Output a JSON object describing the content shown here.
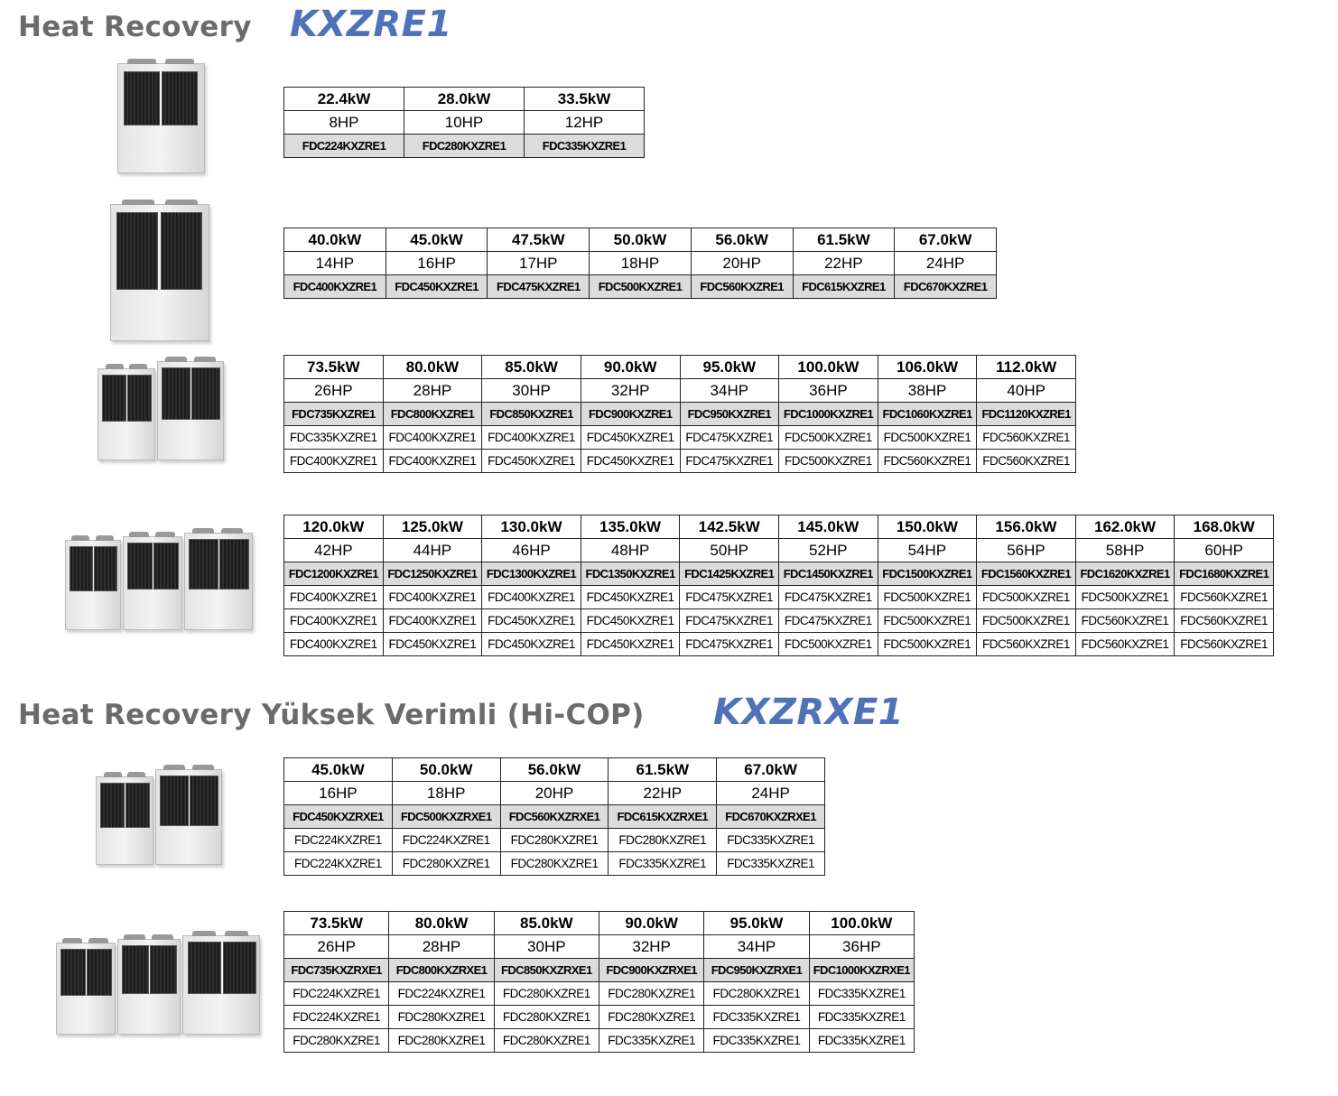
{
  "section1": {
    "title": "Heat Recovery",
    "code": "KXZRE1"
  },
  "section2": {
    "title": "Heat Recovery Yüksek Verimli (Hi-COP)",
    "code": "KXZRXE1"
  },
  "tables": [
    {
      "kw": [
        "22.4kW",
        "28.0kW",
        "33.5kW"
      ],
      "hp": [
        "8HP",
        "10HP",
        "12HP"
      ],
      "models": [
        "FDC224KXZRE1",
        "FDC280KXZRE1",
        "FDC335KXZRE1"
      ],
      "combos": []
    },
    {
      "kw": [
        "40.0kW",
        "45.0kW",
        "47.5kW",
        "50.0kW",
        "56.0kW",
        "61.5kW",
        "67.0kW"
      ],
      "hp": [
        "14HP",
        "16HP",
        "17HP",
        "18HP",
        "20HP",
        "22HP",
        "24HP"
      ],
      "models": [
        "FDC400KXZRE1",
        "FDC450KXZRE1",
        "FDC475KXZRE1",
        "FDC500KXZRE1",
        "FDC560KXZRE1",
        "FDC615KXZRE1",
        "FDC670KXZRE1"
      ],
      "combos": []
    },
    {
      "kw": [
        "73.5kW",
        "80.0kW",
        "85.0kW",
        "90.0kW",
        "95.0kW",
        "100.0kW",
        "106.0kW",
        "112.0kW"
      ],
      "hp": [
        "26HP",
        "28HP",
        "30HP",
        "32HP",
        "34HP",
        "36HP",
        "38HP",
        "40HP"
      ],
      "models": [
        "FDC735KXZRE1",
        "FDC800KXZRE1",
        "FDC850KXZRE1",
        "FDC900KXZRE1",
        "FDC950KXZRE1",
        "FDC1000KXZRE1",
        "FDC1060KXZRE1",
        "FDC1120KXZRE1"
      ],
      "combos": [
        [
          "FDC335KXZRE1",
          "FDC400KXZRE1",
          "FDC400KXZRE1",
          "FDC450KXZRE1",
          "FDC475KXZRE1",
          "FDC500KXZRE1",
          "FDC500KXZRE1",
          "FDC560KXZRE1"
        ],
        [
          "FDC400KXZRE1",
          "FDC400KXZRE1",
          "FDC450KXZRE1",
          "FDC450KXZRE1",
          "FDC475KXZRE1",
          "FDC500KXZRE1",
          "FDC560KXZRE1",
          "FDC560KXZRE1"
        ]
      ]
    },
    {
      "kw": [
        "120.0kW",
        "125.0kW",
        "130.0kW",
        "135.0kW",
        "142.5kW",
        "145.0kW",
        "150.0kW",
        "156.0kW",
        "162.0kW",
        "168.0kW"
      ],
      "hp": [
        "42HP",
        "44HP",
        "46HP",
        "48HP",
        "50HP",
        "52HP",
        "54HP",
        "56HP",
        "58HP",
        "60HP"
      ],
      "models": [
        "FDC1200KXZRE1",
        "FDC1250KXZRE1",
        "FDC1300KXZRE1",
        "FDC1350KXZRE1",
        "FDC1425KXZRE1",
        "FDC1450KXZRE1",
        "FDC1500KXZRE1",
        "FDC1560KXZRE1",
        "FDC1620KXZRE1",
        "FDC1680KXZRE1"
      ],
      "combos": [
        [
          "FDC400KXZRE1",
          "FDC400KXZRE1",
          "FDC400KXZRE1",
          "FDC450KXZRE1",
          "FDC475KXZRE1",
          "FDC475KXZRE1",
          "FDC500KXZRE1",
          "FDC500KXZRE1",
          "FDC500KXZRE1",
          "FDC560KXZRE1"
        ],
        [
          "FDC400KXZRE1",
          "FDC400KXZRE1",
          "FDC450KXZRE1",
          "FDC450KXZRE1",
          "FDC475KXZRE1",
          "FDC475KXZRE1",
          "FDC500KXZRE1",
          "FDC500KXZRE1",
          "FDC560KXZRE1",
          "FDC560KXZRE1"
        ],
        [
          "FDC400KXZRE1",
          "FDC450KXZRE1",
          "FDC450KXZRE1",
          "FDC450KXZRE1",
          "FDC475KXZRE1",
          "FDC500KXZRE1",
          "FDC500KXZRE1",
          "FDC560KXZRE1",
          "FDC560KXZRE1",
          "FDC560KXZRE1"
        ]
      ]
    },
    {
      "kw": [
        "45.0kW",
        "50.0kW",
        "56.0kW",
        "61.5kW",
        "67.0kW"
      ],
      "hp": [
        "16HP",
        "18HP",
        "20HP",
        "22HP",
        "24HP"
      ],
      "models": [
        "FDC450KXZRXE1",
        "FDC500KXZRXE1",
        "FDC560KXZRXE1",
        "FDC615KXZRXE1",
        "FDC670KXZRXE1"
      ],
      "combos": [
        [
          "FDC224KXZRE1",
          "FDC224KXZRE1",
          "FDC280KXZRE1",
          "FDC280KXZRE1",
          "FDC335KXZRE1"
        ],
        [
          "FDC224KXZRE1",
          "FDC280KXZRE1",
          "FDC280KXZRE1",
          "FDC335KXZRE1",
          "FDC335KXZRE1"
        ]
      ]
    },
    {
      "kw": [
        "73.5kW",
        "80.0kW",
        "85.0kW",
        "90.0kW",
        "95.0kW",
        "100.0kW"
      ],
      "hp": [
        "26HP",
        "28HP",
        "30HP",
        "32HP",
        "34HP",
        "36HP"
      ],
      "models": [
        "FDC735KXZRXE1",
        "FDC800KXZRXE1",
        "FDC850KXZRXE1",
        "FDC900KXZRXE1",
        "FDC950KXZRXE1",
        "FDC1000KXZRXE1"
      ],
      "combos": [
        [
          "FDC224KXZRE1",
          "FDC224KXZRE1",
          "FDC280KXZRE1",
          "FDC280KXZRE1",
          "FDC280KXZRE1",
          "FDC335KXZRE1"
        ],
        [
          "FDC224KXZRE1",
          "FDC280KXZRE1",
          "FDC280KXZRE1",
          "FDC280KXZRE1",
          "FDC335KXZRE1",
          "FDC335KXZRE1"
        ],
        [
          "FDC280KXZRE1",
          "FDC280KXZRE1",
          "FDC280KXZRE1",
          "FDC335KXZRE1",
          "FDC335KXZRE1",
          "FDC335KXZRE1"
        ]
      ]
    }
  ]
}
